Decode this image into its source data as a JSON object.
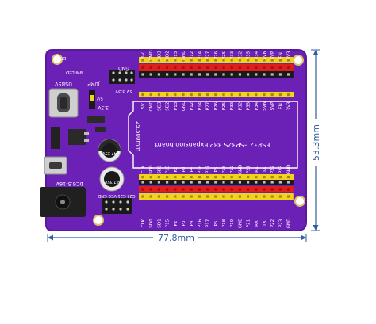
{
  "dimensions": {
    "width_label": "77.8mm",
    "height_label": "53.3mm"
  },
  "board": {
    "title": "ESP32 ESP32S 38P Expansion board",
    "spacing_label": "25.500mm",
    "top_left_code": "D002",
    "led_label": "NW-LED",
    "usb_label": "USB5V",
    "jump_label": "JUMP",
    "v5_label": "5V",
    "v33_label": "3.3V",
    "dc_label": "DC6.5-16V",
    "gnd_label": "GND",
    "conn_label": "5V  3.3V",
    "cap1_label": "47 25V",
    "cap2_label": "47 35V",
    "bottom_hdr_label": "G22 G21 VCC GND",
    "top_row_pins": [
      "5V",
      "CMD",
      "SD3",
      "SD2",
      "P13",
      "GND",
      "P12",
      "P14",
      "P27",
      "P26",
      "P25",
      "P33",
      "P32",
      "P35",
      "P34",
      "SVN",
      "SVP",
      "EN",
      "3V3"
    ],
    "bottom_row_pins": [
      "CLK",
      "SD0",
      "SD1",
      "P15",
      "P2",
      "P0",
      "P4",
      "P16",
      "P17",
      "P5",
      "P18",
      "P19",
      "GND",
      "P21",
      "RX",
      "TX",
      "P22",
      "P23",
      "GND"
    ]
  },
  "colors": {
    "pcb": "#6b20b6",
    "pcb_edge": "#5a1a9c",
    "header_yellow": "#f3d21a",
    "header_red": "#e01e1e",
    "header_black": "#1a1a1a",
    "dim_line": "#2f5f9e"
  }
}
